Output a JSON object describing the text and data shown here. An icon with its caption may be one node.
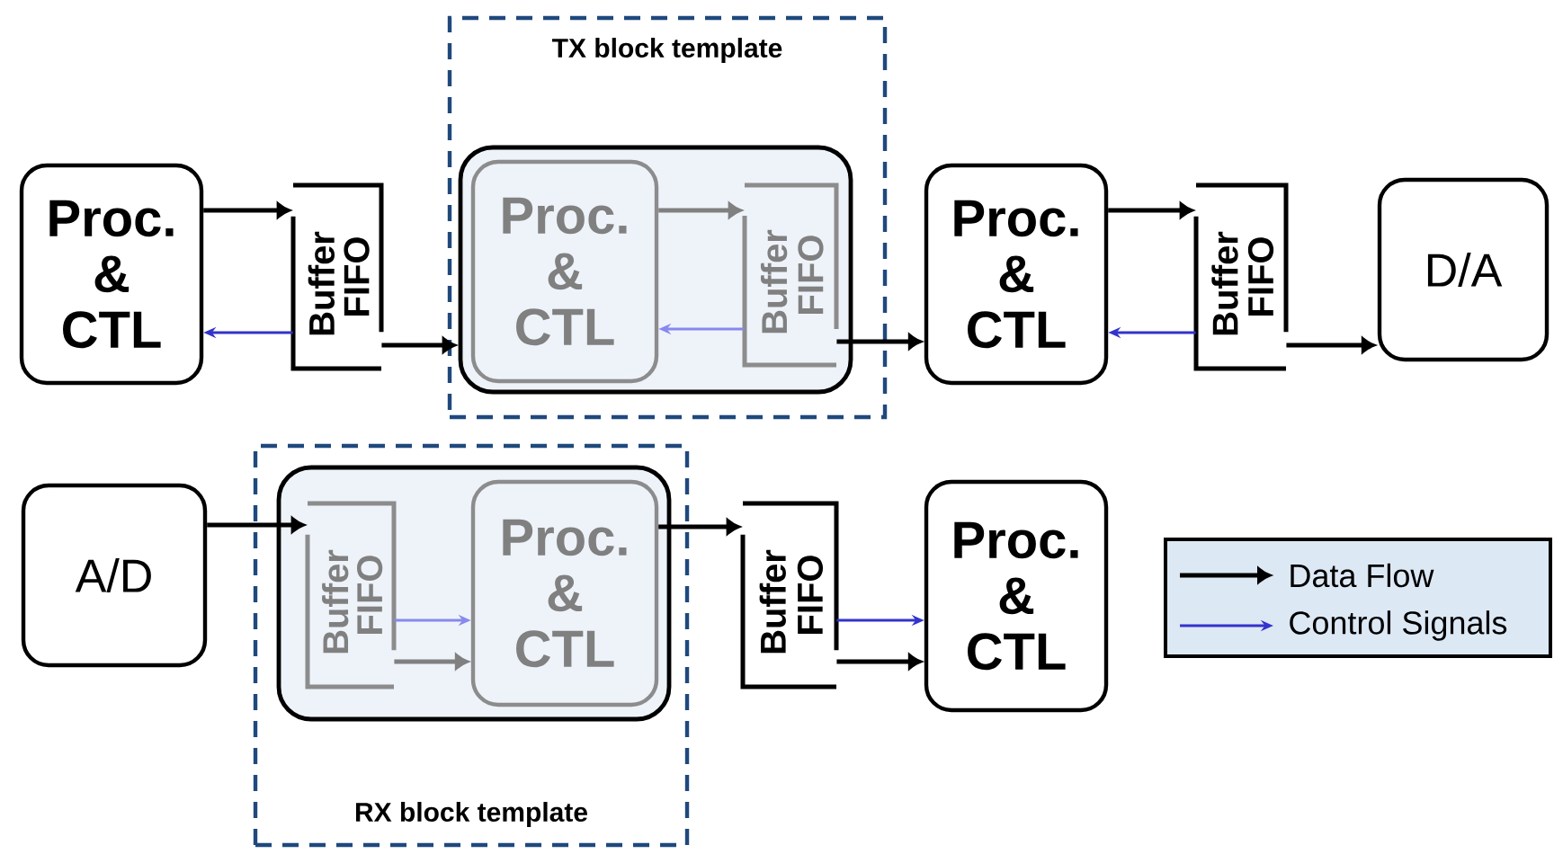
{
  "diagram": {
    "nodes": [
      {
        "text": [
          "TX block template"
        ]
      },
      {
        "text": [],
        "shape": "box",
        "in": 0
      },
      {
        "text": [
          "Proc. & CTL"
        ],
        "in": 1
      },
      {
        "text": [
          "Buffer",
          "FIFO"
        ],
        "in": 1
      },
      {
        "text": [
          "Proc. & CTL"
        ]
      },
      {
        "text": [
          "Buffer",
          "FIFO"
        ]
      },
      {
        "text": [
          "Proc. & CTL"
        ]
      },
      {
        "text": [
          "Buffer",
          "FIFO"
        ]
      },
      {
        "text": [
          "D/A"
        ]
      },
      {
        "text": [
          "RX block template"
        ]
      },
      {
        "text": [],
        "shape": "box",
        "in": 9
      },
      {
        "text": [
          "Buffer",
          "FIFO"
        ],
        "in": 10
      },
      {
        "text": [
          "Proc. & CTL"
        ],
        "in": 10
      },
      {
        "text": [
          "A/D"
        ]
      },
      {
        "text": [
          "Buffer",
          "FIFO"
        ]
      },
      {
        "text": [
          "Proc. & CTL"
        ]
      }
    ],
    "edges": [
      {
        "from": 4,
        "to": 5,
        "arrow": "to"
      },
      {
        "from": 5,
        "to": 4,
        "arrow": "to",
        "color": "#3333cc"
      },
      {
        "from": 5,
        "to": 1,
        "arrow": "to"
      },
      {
        "from": 2,
        "to": 3,
        "arrow": "to",
        "color": "#808080"
      },
      {
        "from": 3,
        "to": 2,
        "arrow": "to",
        "color": "#8888ee"
      },
      {
        "from": 3,
        "to": 6,
        "arrow": "to"
      },
      {
        "from": 6,
        "to": 7,
        "arrow": "to"
      },
      {
        "from": 7,
        "to": 6,
        "arrow": "to",
        "color": "#3333cc"
      },
      {
        "from": 7,
        "to": 8,
        "arrow": "to"
      },
      {
        "from": 13,
        "to": 11,
        "arrow": "to"
      },
      {
        "from": 11,
        "to": 12,
        "arrow": "to",
        "color": "#8888ee"
      },
      {
        "from": 11,
        "to": 12,
        "arrow": "to",
        "color": "#808080"
      },
      {
        "from": 12,
        "to": 14,
        "arrow": "to"
      },
      {
        "from": 14,
        "to": 15,
        "arrow": "to",
        "color": "#3333cc"
      },
      {
        "from": 14,
        "to": 15,
        "arrow": "to"
      }
    ],
    "legend": [
      {
        "text": "Data Flow"
      },
      {
        "text": "Control Signals"
      }
    ]
  }
}
